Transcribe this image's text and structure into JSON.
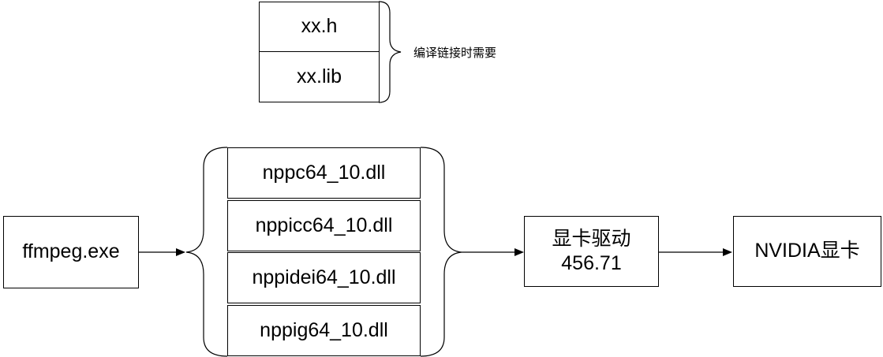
{
  "header_files": [
    "xx.h",
    "xx.lib"
  ],
  "header_note": "编译链接时需要",
  "executable": "ffmpeg.exe",
  "dll_files": [
    "nppc64_10.dll",
    "nppicc64_10.dll",
    "nppidei64_10.dll",
    "nppig64_10.dll"
  ],
  "driver": {
    "title": "显卡驱动",
    "version": "456.71"
  },
  "gpu": "NVIDIA显卡",
  "colors": {
    "stroke": "#000000",
    "background": "#ffffff"
  }
}
